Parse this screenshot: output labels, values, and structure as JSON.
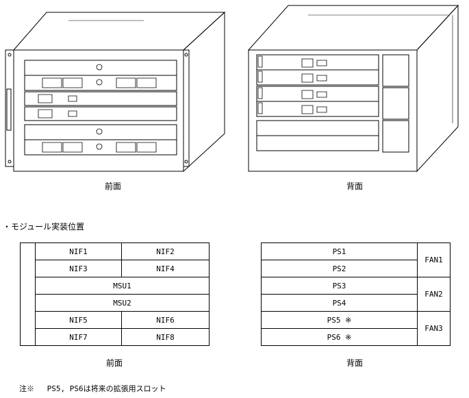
{
  "captions": {
    "front_image": "前面",
    "rear_image": "背面",
    "front_table": "前面",
    "rear_table": "背面"
  },
  "section_title": "・モジュール実装位置",
  "front_slots": {
    "row1": [
      "NIF1",
      "NIF2"
    ],
    "row2": [
      "NIF3",
      "NIF4"
    ],
    "row3": "MSU1",
    "row4": "MSU2",
    "row5": [
      "NIF5",
      "NIF6"
    ],
    "row6": [
      "NIF7",
      "NIF8"
    ]
  },
  "rear_slots": {
    "ps": [
      "PS1",
      "PS2",
      "PS3",
      "PS4",
      "PS5 ※",
      "PS6 ※"
    ],
    "fans": [
      "FAN1",
      "FAN2",
      "FAN3"
    ]
  },
  "note": {
    "marker": "注※",
    "text": "PS5, PS6は将来の拡張用スロット"
  }
}
